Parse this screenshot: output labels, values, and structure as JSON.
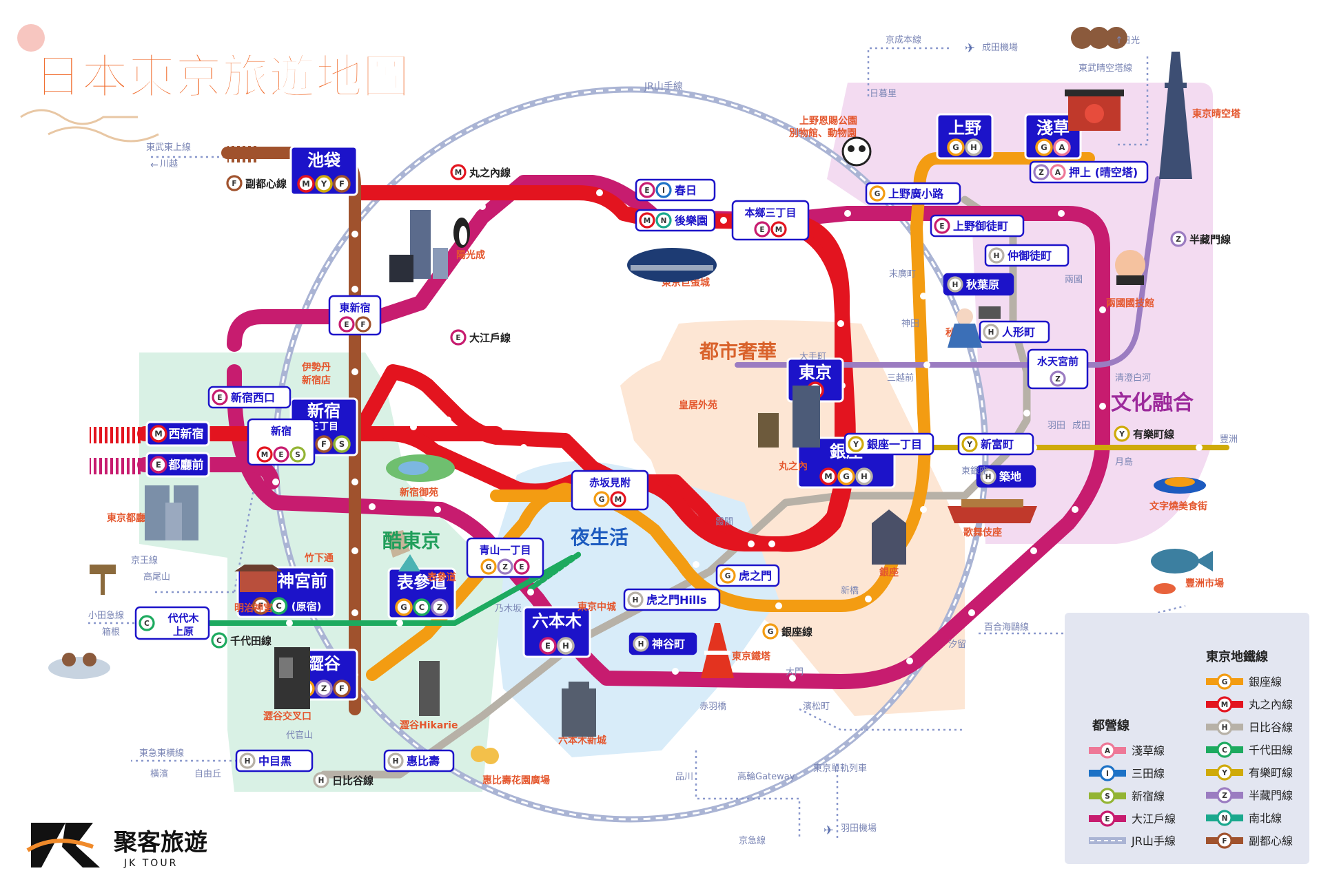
{
  "title": "日本東京旅遊地圖",
  "brand": {
    "name": "聚客旅遊",
    "sub": "JK TOUR"
  },
  "colors": {
    "ginza": "#f39c12",
    "marunouchi": "#e3141f",
    "hibiya": "#b7b1a7",
    "chiyoda": "#1daa5f",
    "yurakucho": "#cfaa0a",
    "hanzomon": "#9b7cc1",
    "namboku": "#1aa88d",
    "fukutoshin": "#a0522d",
    "asakusa": "#ee7897",
    "mita": "#1d72c6",
    "shinjuku": "#93b433",
    "oedo": "#c71c6f",
    "yamanote": "#aab4d4",
    "station": "#1c13c9"
  },
  "areas": [
    {
      "id": "cool",
      "label": "酷東京",
      "color": "#1f9e5a"
    },
    {
      "id": "night",
      "label": "夜生活",
      "color": "#1d5bbf"
    },
    {
      "id": "luxury",
      "label": "都市奢華",
      "color": "#d9622b"
    },
    {
      "id": "culture",
      "label": "文化融合",
      "color": "#9c2a9b"
    }
  ],
  "major_stations": [
    {
      "id": "ikebukuro",
      "name": "池袋",
      "lines": [
        "M",
        "Y",
        "F"
      ]
    },
    {
      "id": "shinjuku3",
      "name": "新宿",
      "sub": "三丁目",
      "lines": [
        "M",
        "F",
        "S"
      ]
    },
    {
      "id": "meiji",
      "name": "明治神宮前",
      "lines": [
        "F",
        "C"
      ],
      "extra": "(原宿)"
    },
    {
      "id": "omotesando",
      "name": "表參道",
      "lines": [
        "G",
        "C",
        "Z"
      ]
    },
    {
      "id": "shibuya",
      "name": "澀谷",
      "lines": [
        "G",
        "Z",
        "F"
      ]
    },
    {
      "id": "roppongi",
      "name": "六本木",
      "lines": [
        "E",
        "H"
      ]
    },
    {
      "id": "tokyo",
      "name": "東京",
      "lines": [
        "M"
      ]
    },
    {
      "id": "ginza",
      "name": "銀座",
      "lines": [
        "M",
        "G",
        "H"
      ]
    },
    {
      "id": "ueno",
      "name": "上野",
      "lines": [
        "G",
        "H"
      ]
    },
    {
      "id": "asakusa",
      "name": "淺草",
      "lines": [
        "G",
        "A"
      ]
    },
    {
      "id": "nishishinjuku",
      "name": "西新宿",
      "lines": [
        "M"
      ],
      "prefix": true
    },
    {
      "id": "tochomae",
      "name": "都廳前",
      "lines": [
        "E"
      ],
      "prefix": true
    }
  ],
  "minor_stations": [
    {
      "id": "higashishinjuku",
      "name": "東新宿",
      "lines": [
        "E",
        "F"
      ]
    },
    {
      "id": "shinjukunishiguchi",
      "name": "新宿西口",
      "lines": [
        "E"
      ],
      "prefix": true
    },
    {
      "id": "shinjuku",
      "name": "新宿",
      "lines": [
        "M",
        "E",
        "S"
      ]
    },
    {
      "id": "kasuga",
      "name": "春日",
      "lines": [
        "E",
        "I"
      ],
      "prefix": true
    },
    {
      "id": "korakuen",
      "name": "後樂園",
      "lines": [
        "M",
        "N"
      ],
      "prefix": true
    },
    {
      "id": "hongo",
      "name": "本鄉三丁目",
      "lines": [
        "E",
        "M"
      ]
    },
    {
      "id": "akasaka",
      "name": "赤坂見附",
      "lines": [
        "G",
        "M"
      ]
    },
    {
      "id": "aoyama",
      "name": "青山一丁目",
      "lines": [
        "G",
        "Z",
        "E"
      ]
    },
    {
      "id": "toranomon",
      "name": "虎之門",
      "lines": [
        "G"
      ],
      "prefix": true
    },
    {
      "id": "toranomonhills",
      "name": "虎之門Hills",
      "lines": [
        "H"
      ],
      "prefix": true
    },
    {
      "id": "yoyogiuehara",
      "name": "代代木上原",
      "lines": [
        "C"
      ],
      "prefix": true
    },
    {
      "id": "nakameguro",
      "name": "中目黑",
      "lines": [
        "H"
      ],
      "prefix": true
    },
    {
      "id": "ebisu",
      "name": "惠比壽",
      "lines": [
        "H"
      ],
      "prefix": true
    },
    {
      "id": "ginza1",
      "name": "銀座一丁目",
      "lines": [
        "Y"
      ],
      "prefix": true
    },
    {
      "id": "shintomicho",
      "name": "新富町",
      "lines": [
        "Y"
      ],
      "prefix": true
    },
    {
      "id": "uenohirokoji",
      "name": "上野廣小路",
      "lines": [
        "G"
      ],
      "prefix": true
    },
    {
      "id": "uenookachimachi",
      "name": "上野御徒町",
      "lines": [
        "E"
      ],
      "prefix": true
    },
    {
      "id": "oshiage",
      "name": "押上 (晴空塔)",
      "lines": [
        "Z",
        "A"
      ],
      "prefix": true
    }
  ],
  "dark_stations": [
    {
      "id": "nakaokachimachi",
      "name": "仲御徒町",
      "line": "H"
    },
    {
      "id": "akihabara",
      "name": "秋葉原",
      "line": "H"
    },
    {
      "id": "ningyocho",
      "name": "人形町",
      "line": "H"
    },
    {
      "id": "tsukiji",
      "name": "築地",
      "line": "H"
    },
    {
      "id": "kamiyacho",
      "name": "神谷町",
      "line": "H"
    }
  ],
  "suitengu": {
    "name": "水天宮前",
    "line": "Z"
  },
  "line_labels": [
    {
      "id": "marunouchi",
      "letter": "M",
      "name": "丸之內線"
    },
    {
      "id": "oedo",
      "letter": "E",
      "name": "大江戶線"
    },
    {
      "id": "fukutoshin",
      "letter": "F",
      "name": "副都心線"
    },
    {
      "id": "chiyoda",
      "letter": "C",
      "name": "千代田線"
    },
    {
      "id": "hibiya",
      "letter": "H",
      "name": "日比谷線"
    },
    {
      "id": "ginza",
      "letter": "G",
      "name": "銀座線"
    },
    {
      "id": "yurakucho",
      "letter": "Y",
      "name": "有樂町線"
    },
    {
      "id": "hanzomon",
      "letter": "Z",
      "name": "半藏門線"
    }
  ],
  "jr_label": "JR山手線",
  "small_labels": {
    "keisei": "京成本線",
    "narita": "成田機場",
    "nippori": "日暮里",
    "nikko": "日光",
    "tobu_tree": "東武晴空塔線",
    "skytree": "東京晴空塔",
    "tobu_tojo": "東武東上線",
    "kawagoe": "川越",
    "uenopark": "上野恩賜公園",
    "zoo": "別物館、動物園",
    "sunshine": "陽光成",
    "dome": "東京巨蛋城",
    "suehirocho": "末廣町",
    "kanda": "神田",
    "ryogoku": "兩國",
    "kokugikan": "兩國國技館",
    "akihabara_tag": "秋葉原",
    "otemachi": "大手町",
    "mitsukoshi": "三越前",
    "kokyo": "皇居外苑",
    "kiyosumi": "清澄白河",
    "haneda": "羽田",
    "narita2": "成田",
    "toyosu": "豐洲",
    "tsukishima": "月島",
    "monja": "文字燒美食街",
    "toyosu_market": "豐洲市場",
    "higashiginza": "東銀座",
    "kabukiza": "歌舞伎座",
    "marunouchi_area": "丸之內",
    "isetan": "伊勢丹",
    "isetan2": "新宿店",
    "gyoen": "新宿御苑",
    "tocho": "東京都廳舍",
    "takeshita": "竹下通",
    "omotesando_area": "表參道",
    "nogizaka": "乃木坂",
    "kasumigaseki": "霞關",
    "tokyomidtown": "東京中城",
    "meijijingu": "明治神宮",
    "keio": "京王線",
    "takao": "高尾山",
    "odakyu": "小田急線",
    "hakone": "箱根",
    "scramble": "澀谷交叉口",
    "daikanyama": "代官山",
    "hikarie": "澀谷Hikarie",
    "toyoko": "東急東橫線",
    "yokohama": "橫濱",
    "jiyugaoka": "自由丘",
    "garden": "惠比壽花園廣場",
    "roppongihills": "六本木新城",
    "towertag": "東京鐵塔",
    "akabanebashi": "赤羽橋",
    "daimon": "大門",
    "hamamatsucho": "濱松町",
    "shinbashi": "新橋",
    "ginza_area": "銀座",
    "shiodome": "汐留",
    "yurikamome": "百合海鷗線",
    "monorail": "東京單軌列車",
    "shinagawa": "品川",
    "takanawa": "高輪Gateway",
    "keikyu": "京急線",
    "haneda_air": "羽田機場"
  },
  "legend": {
    "title_metro": "東京地鐵線",
    "title_toei": "都營線",
    "metro": [
      {
        "letter": "G",
        "name": "銀座線"
      },
      {
        "letter": "M",
        "name": "丸之內線"
      },
      {
        "letter": "H",
        "name": "日比谷線"
      },
      {
        "letter": "C",
        "name": "千代田線"
      },
      {
        "letter": "Y",
        "name": "有樂町線"
      },
      {
        "letter": "Z",
        "name": "半藏門線"
      },
      {
        "letter": "N",
        "name": "南北線"
      },
      {
        "letter": "F",
        "name": "副都心線"
      }
    ],
    "toei": [
      {
        "letter": "A",
        "name": "淺草線"
      },
      {
        "letter": "I",
        "name": "三田線"
      },
      {
        "letter": "S",
        "name": "新宿線"
      },
      {
        "letter": "E",
        "name": "大江戶線"
      }
    ],
    "jr": "JR山手線"
  }
}
